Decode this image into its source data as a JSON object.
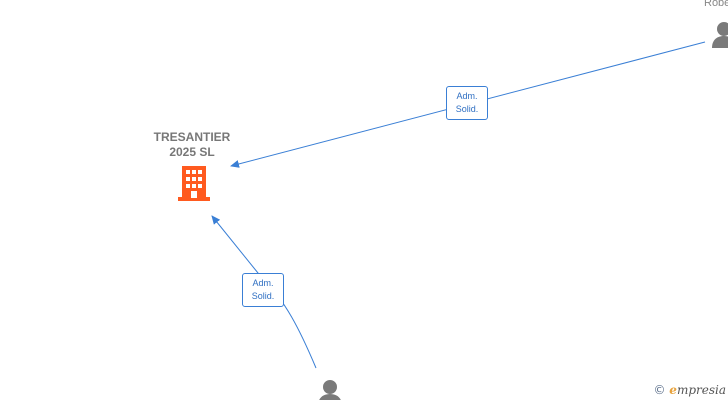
{
  "company": {
    "name_line1": "TRESANTIER",
    "name_line2": "2025  SL",
    "icon": "building-icon",
    "color": "#ff5a1f"
  },
  "persons": [
    {
      "name": "Robe",
      "icon": "person-icon",
      "color": "#7a7a7a"
    },
    {
      "name": "",
      "icon": "person-icon",
      "color": "#7a7a7a"
    }
  ],
  "edges": [
    {
      "label_line1": "Adm.",
      "label_line2": "Solid.",
      "color": "#3a7fd5"
    },
    {
      "label_line1": "Adm.",
      "label_line2": "Solid.",
      "color": "#3a7fd5"
    }
  ],
  "watermark": {
    "symbol": "©",
    "brand_initial": "e",
    "brand_rest": "mpresia"
  }
}
